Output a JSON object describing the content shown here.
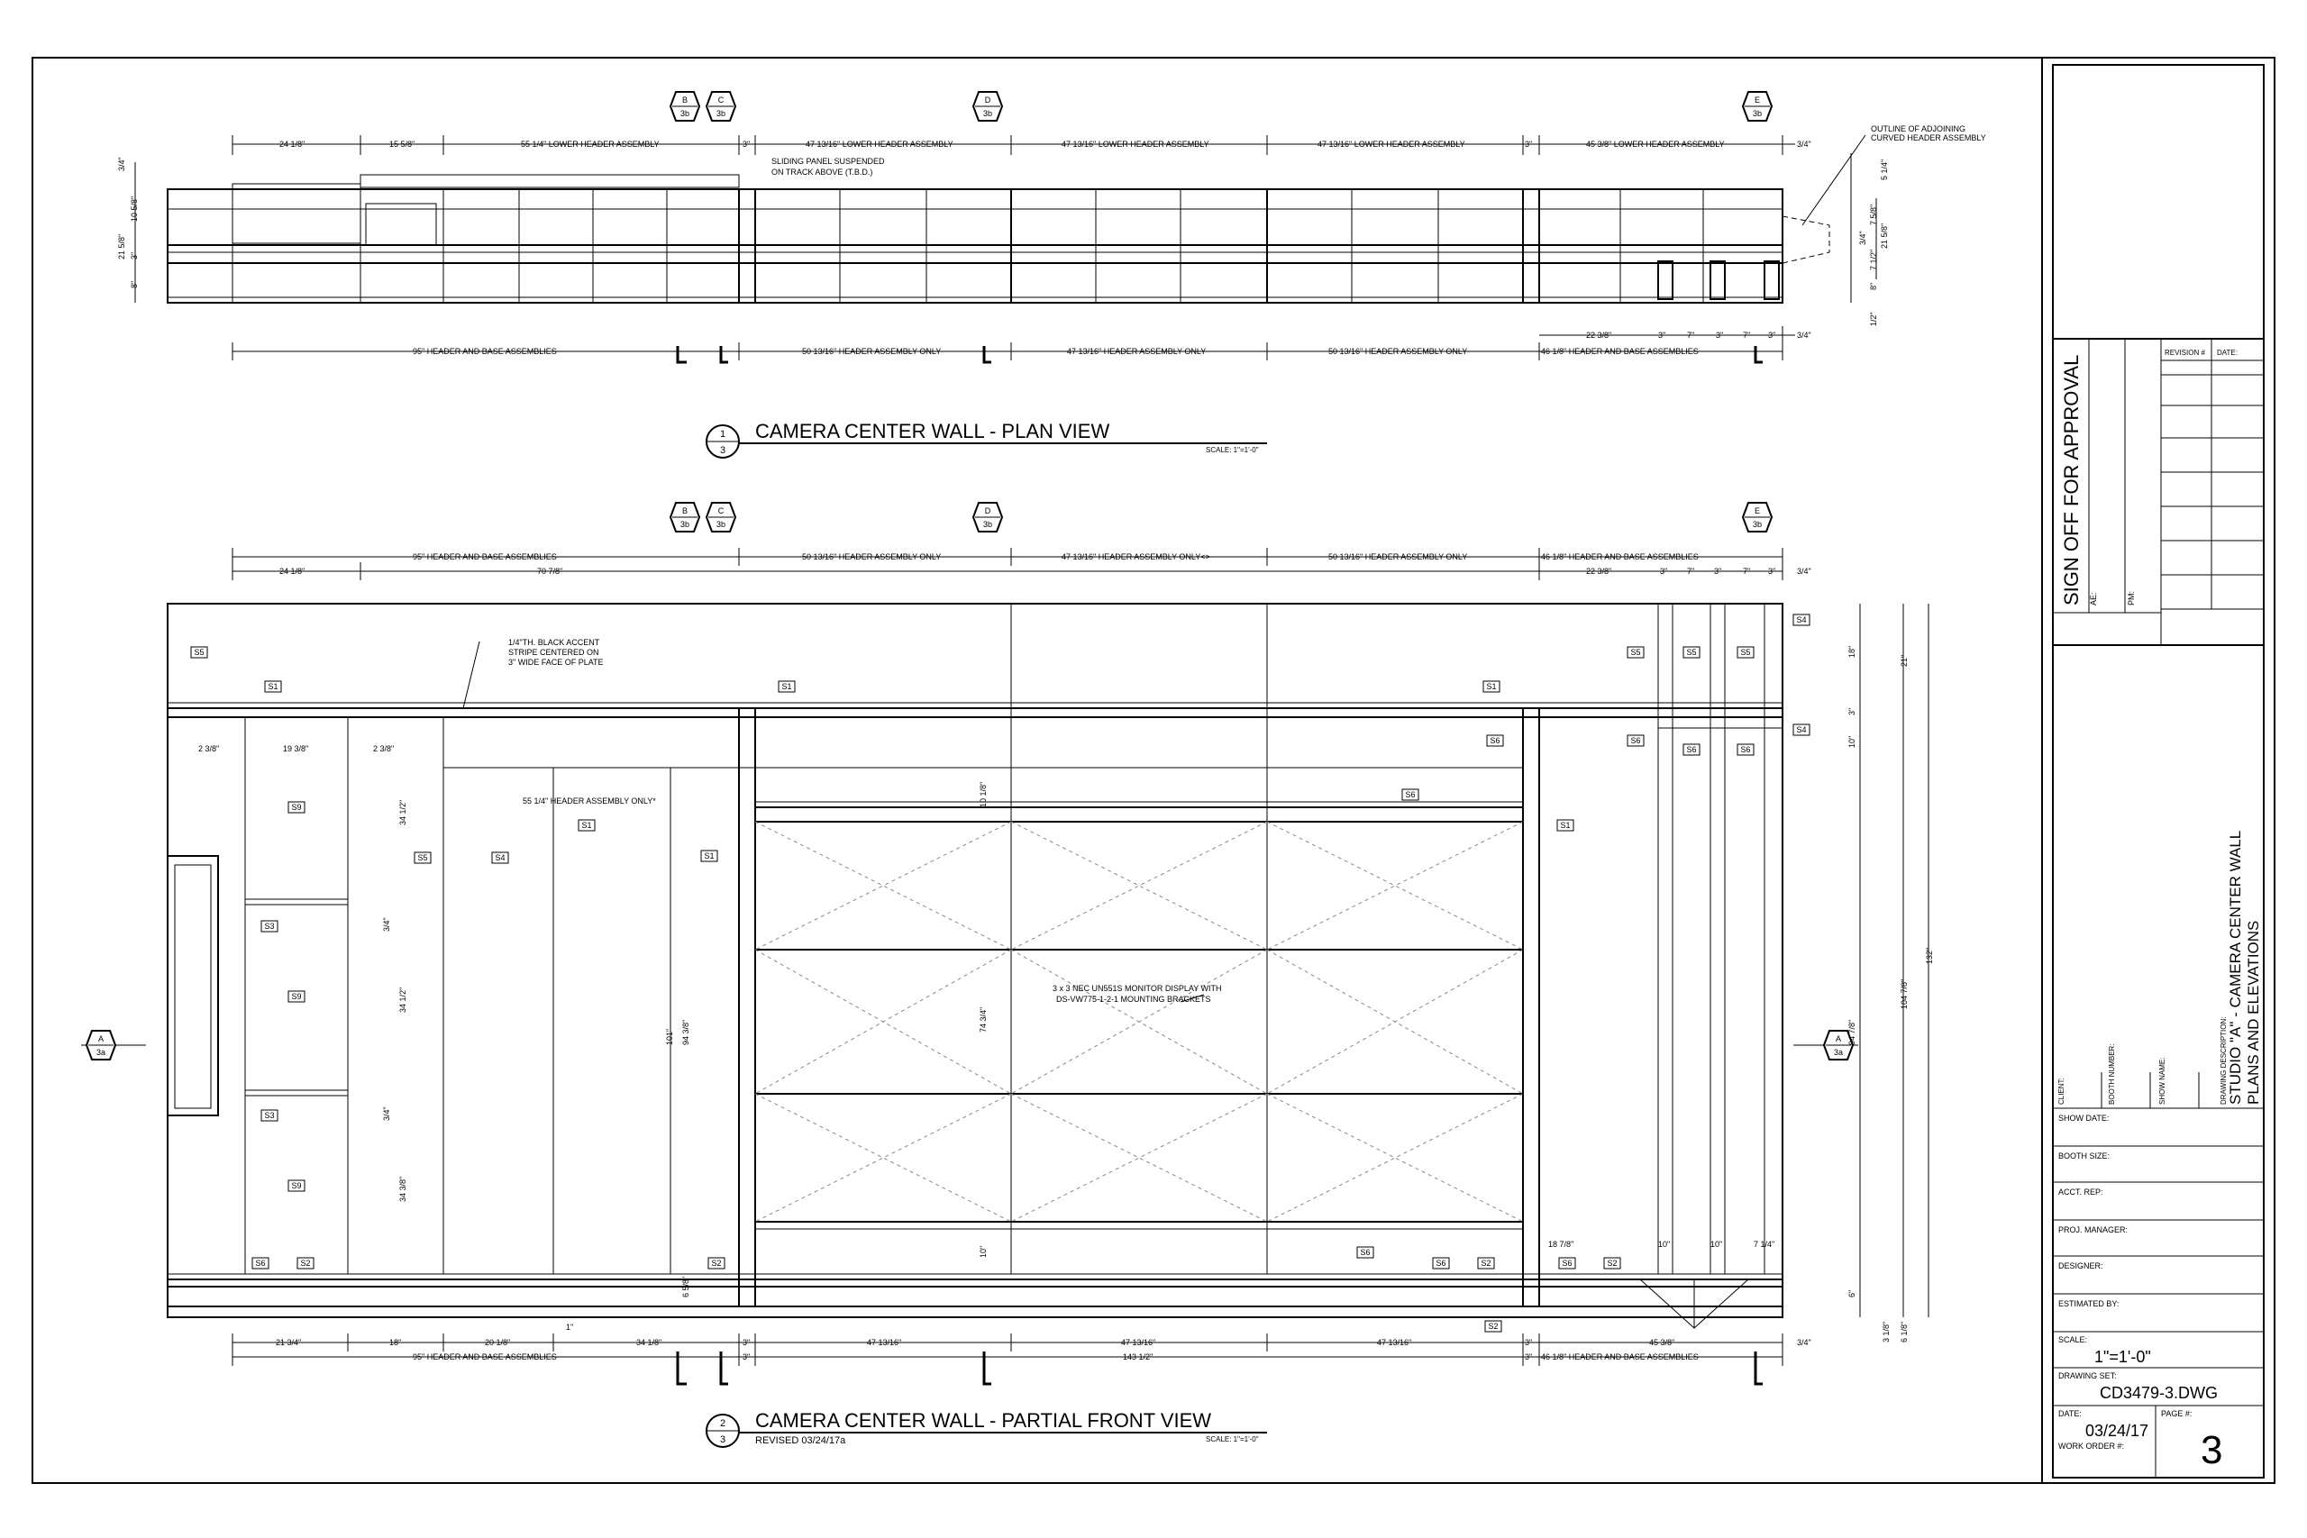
{
  "plan": {
    "title": "CAMERA CENTER WALL - PLAN VIEW",
    "scale": "SCALE: 1\"=1'-0\"",
    "detail_num": "1",
    "sheet_num": "3",
    "top_dims": [
      "24 1/8\"",
      "15 5/8\"",
      "55 1/4\" LOWER HEADER ASSEMBLY",
      "3\"",
      "47 13/16\" LOWER HEADER ASSEMBLY",
      "47 13/16\" LOWER HEADER ASSEMBLY",
      "47 13/16\" LOWER HEADER ASSEMBLY",
      "3\"",
      "45 3/8\" LOWER HEADER ASSEMBLY",
      "3/4\""
    ],
    "bottom_dims": [
      "95\" HEADER AND BASE ASSEMBLIES",
      "50 13/16\" HEADER ASSEMBLY ONLY",
      "47 13/16\" HEADER ASSEMBLY ONLY",
      "50 13/16\" HEADER ASSEMBLY ONLY",
      "46 1/8\" HEADER AND BASE ASSEMBLIES",
      "3/4\""
    ],
    "sub_dims": [
      "22 3/8\"",
      "3\"",
      "7\"",
      "3\"",
      "7\"",
      "3\"",
      "3/4\""
    ],
    "left_dims": [
      "3/4\"",
      "10 5/8\"",
      "21 5/8\"",
      "3\"",
      "8\""
    ],
    "right_dims": [
      "5 1/4\"",
      "3/4\"",
      "7 5/8\"",
      "21 5/8\"",
      "7 1/2\"",
      "8\"",
      "1/2\""
    ],
    "notes": {
      "sliding_1": "SLIDING PANEL SUSPENDED",
      "sliding_2": "ON TRACK ABOVE (T.B.D.)",
      "outline_1": "OUTLINE OF ADJOINING",
      "outline_2": "CURVED HEADER ASSEMBLY"
    },
    "markers": [
      {
        "letter": "B",
        "sheet": "3b"
      },
      {
        "letter": "C",
        "sheet": "3b"
      },
      {
        "letter": "D",
        "sheet": "3b"
      },
      {
        "letter": "E",
        "sheet": "3b"
      }
    ]
  },
  "front": {
    "title": "CAMERA CENTER WALL - PARTIAL FRONT VIEW",
    "revised": "REVISED 03/24/17a",
    "scale": "SCALE: 1\"=1'-0\"",
    "detail_num": "2",
    "sheet_num": "3",
    "top_dims": [
      "95\" HEADER AND BASE ASSEMBLIES",
      "50 13/16\" HEADER ASSEMBLY ONLY",
      "47 13/16\" HEADER ASSEMBLY ONLY<>",
      "50 13/16\" HEADER ASSEMBLY ONLY",
      "46 1/8\" HEADER AND BASE ASSEMBLIES"
    ],
    "top_sub_dims": [
      "24 1/8\"",
      "70 7/8\"",
      "22 3/8\"",
      "3\"",
      "7\"",
      "3\"",
      "7\"",
      "3\"",
      "3/4\""
    ],
    "bottom_dims": [
      "21 3/4\"",
      "18\"",
      "20 1/8\"",
      "34 1/8\"",
      "3\"",
      "47 13/16\"",
      "47 13/16\"",
      "47 13/16\"",
      "3\"",
      "45 3/8\"",
      "3/4\""
    ],
    "bottom_dims2": [
      "95\" HEADER AND BASE ASSEMBLIES",
      "3\"",
      "143 1/2\"",
      "3\"",
      "46 1/8\" HEADER AND BASE ASSEMBLIES"
    ],
    "inner_dims": [
      "2 3/8\"",
      "19 3/8\"",
      "2 3/8\"",
      "34 1/2\"",
      "3/4\"",
      "34 1/2\"",
      "3/4\"",
      "34 3/8\"",
      "10 1/8\"",
      "74 3/4\"",
      "10\"",
      "101\"",
      "94 3/8\"",
      "6 5/8\"",
      "1\"",
      "18 7/8\"",
      "10\"",
      "10\"",
      "7 1/4\""
    ],
    "right_dims": [
      "18\"",
      "21\"",
      "3\"",
      "10\"",
      "132\"",
      "104 7/8\"",
      "94 7/8\"",
      "6\"",
      "3 1/8\"",
      "6 1/8\""
    ],
    "notes": {
      "stripe_1": "1/4\"TH. BLACK ACCENT",
      "stripe_2": "STRIPE CENTERED ON",
      "stripe_3": "3\" WIDE FACE OF PLATE",
      "header_note": "55 1/4\" HEADER ASSEMBLY ONLY*",
      "monitor_1": "3 x 3 NEC UN551S MONITOR DISPLAY WITH",
      "monitor_2": "DS-VW775-1-2-1 MOUNTING BRACKETS"
    },
    "tags": [
      "S1",
      "S2",
      "S3",
      "S4",
      "S5",
      "S6",
      "S9"
    ],
    "markers": [
      {
        "letter": "A",
        "sheet": "3a"
      },
      {
        "letter": "B",
        "sheet": "3b"
      },
      {
        "letter": "C",
        "sheet": "3b"
      },
      {
        "letter": "D",
        "sheet": "3b"
      },
      {
        "letter": "E",
        "sheet": "3b"
      }
    ]
  },
  "title_block": {
    "sign_off": "SIGN OFF FOR APPROVAL",
    "ae_label": "AE:",
    "pm_label": "PM:",
    "revision_label": "REVISION #",
    "date_label": "DATE:",
    "client_label": "CLIENT:",
    "booth_number_label": "BOOTH NUMBER:",
    "show_name_label": "SHOW NAME:",
    "drawing_desc_label": "DRAWING DESCRIPTION:",
    "drawing_desc_1": "STUDIO \"A\" - CAMERA CENTER WALL",
    "drawing_desc_2": "PLANS AND ELEVATIONS",
    "show_date_label": "SHOW DATE:",
    "booth_size_label": "BOOTH SIZE:",
    "acct_rep_label": "ACCT. REP:",
    "proj_manager_label": "PROJ. MANAGER:",
    "designer_label": "DESIGNER:",
    "estimated_by_label": "ESTIMATED BY:",
    "scale_label": "SCALE:",
    "scale_value": "1\"=1'-0\"",
    "drawing_set_label": "DRAWING SET:",
    "drawing_set_value": "CD3479-3.DWG",
    "date_value": "03/24/17",
    "page_label": "PAGE #:",
    "page_value": "3",
    "work_order_label": "WORK ORDER #:"
  }
}
